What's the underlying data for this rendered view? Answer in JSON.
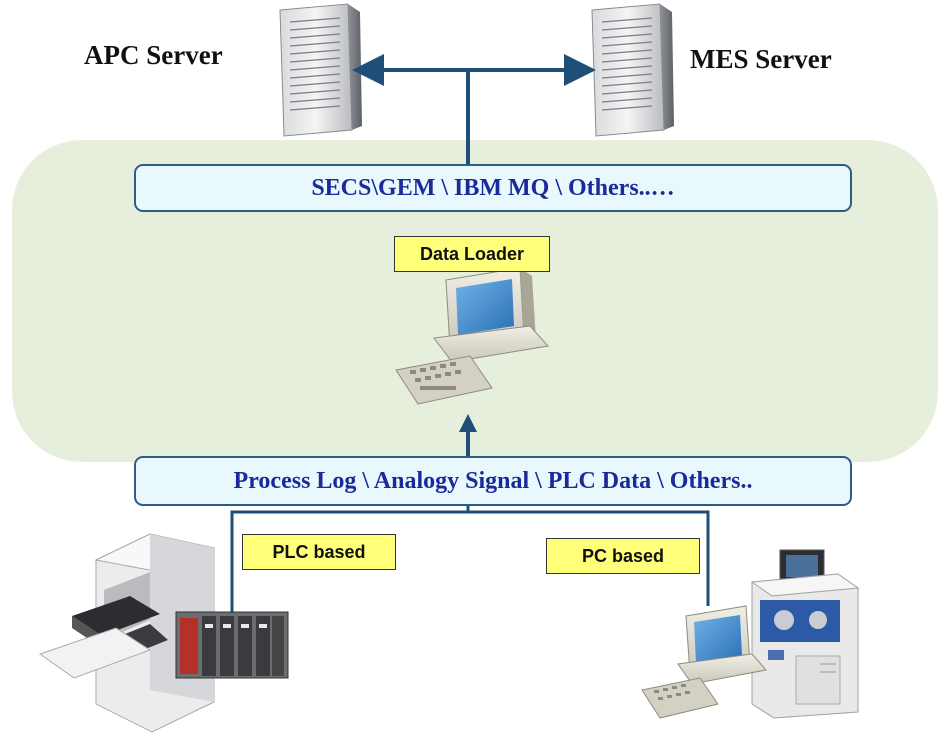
{
  "servers": {
    "apc": {
      "label": "APC Server",
      "icon": "tower-server-icon"
    },
    "mes": {
      "label": "MES Server",
      "icon": "tower-server-icon"
    }
  },
  "protocol_bar": {
    "text": "SECS\\GEM \\ IBM MQ \\ Others..…"
  },
  "data_loader": {
    "label": "Data Loader",
    "icon": "desktop-computer-icon"
  },
  "signals_bar": {
    "text": "Process Log \\ Analogy Signal \\ PLC Data \\ Others.."
  },
  "sources": {
    "plc": {
      "label": "PLC based",
      "icon": "plc-equipment-icon"
    },
    "pc": {
      "label": "PC based",
      "icon": "pc-equipment-icon"
    }
  },
  "colors": {
    "region": "#e6efdc",
    "bar_fill": "#e8f8fd",
    "bar_border": "#2e5c8a",
    "bar_text": "#1a2a9a",
    "tag_fill": "#ffff7a",
    "connector": "#1f4e79"
  }
}
